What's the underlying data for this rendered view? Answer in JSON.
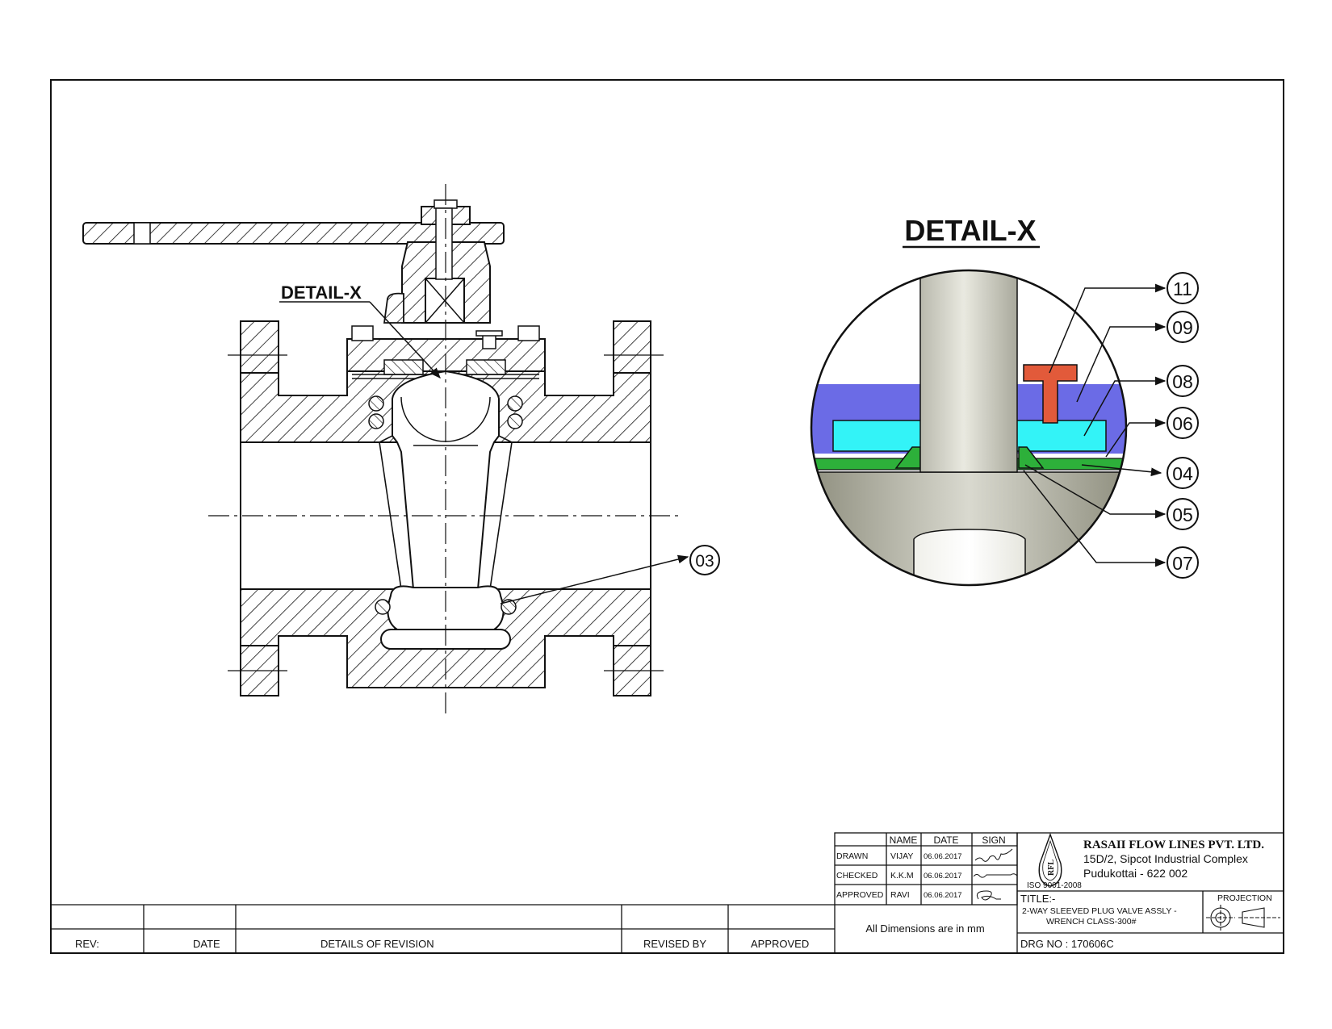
{
  "main_view": {
    "detail_callout": "DETAIL-X",
    "balloons": [
      {
        "label": "03"
      }
    ]
  },
  "detail_view": {
    "title": "DETAIL-X",
    "balloons": [
      {
        "label": "11"
      },
      {
        "label": "09"
      },
      {
        "label": "08"
      },
      {
        "label": "06"
      },
      {
        "label": "04"
      },
      {
        "label": "05"
      },
      {
        "label": "07"
      }
    ]
  },
  "colors": {
    "line": "#111111",
    "gland_blue": "#6b6be6",
    "seat_cyan": "#33f3f7",
    "bolt_red": "#e25a3a",
    "ring_green": "#2db03a",
    "body_gray": "#bdbdad",
    "stem_gray": "#d8d8cc"
  },
  "revision_table": {
    "headers": {
      "rev": "REV:",
      "date": "DATE",
      "details": "DETAILS OF REVISION",
      "revised_by": "REVISED BY",
      "approved": "APPROVED"
    }
  },
  "signoff": {
    "headers": {
      "name": "NAME",
      "date": "DATE",
      "sign": "SIGN"
    },
    "rows": [
      {
        "role": "DRAWN",
        "name": "VIJAY",
        "date": "06.06.2017"
      },
      {
        "role": "CHECKED",
        "name": "K.K.M",
        "date": "06.06.2017"
      },
      {
        "role": "APPROVED",
        "name": "RAVI",
        "date": "06.06.2017"
      }
    ],
    "dimensions_note": "All Dimensions are in mm"
  },
  "company": {
    "name": "RASAII FLOW LINES PVT. LTD.",
    "address_line1": "15D/2, Sipcot Industrial Complex",
    "address_line2": "Pudukottai - 622 002",
    "logo_text": "RFL",
    "iso": "ISO 9001-2008"
  },
  "title_block": {
    "title_label": "TITLE:-",
    "title_line1": "2-WAY SLEEVED PLUG VALVE ASSLY -",
    "title_line2": "WRENCH  CLASS-300#",
    "projection_label": "PROJECTION",
    "drawing_number": "DRG NO : 170606C"
  }
}
